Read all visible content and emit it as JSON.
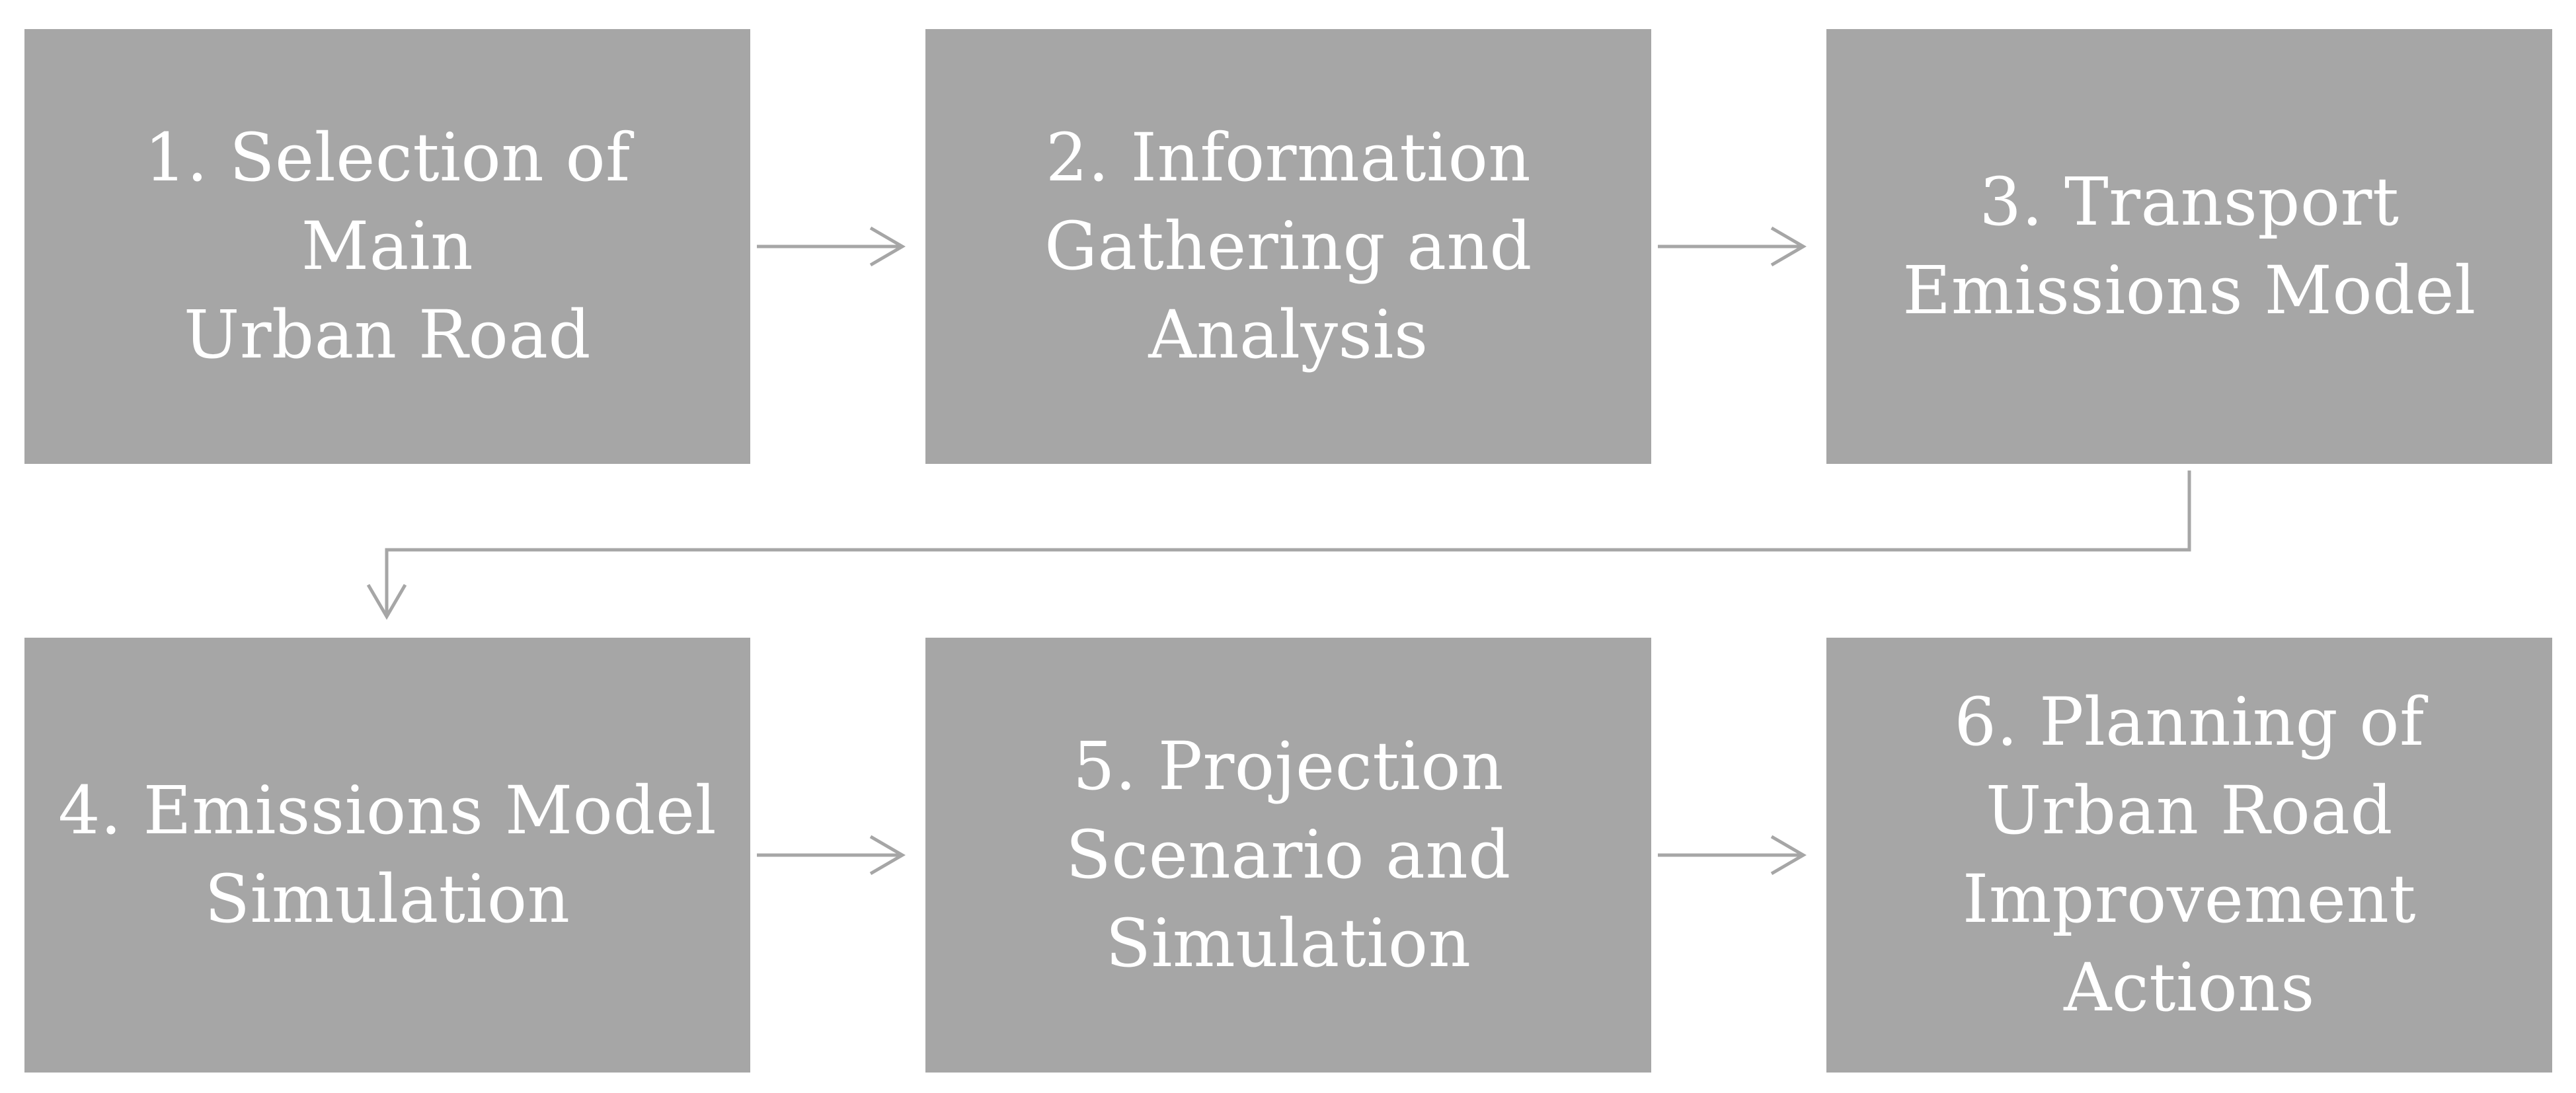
{
  "steps": [
    {
      "label": "1. Selection of Main\nUrban Road"
    },
    {
      "label": "2. Information\nGathering and\nAnalysis"
    },
    {
      "label": "3. Transport\nEmissions Model"
    },
    {
      "label": "4. Emissions Model\nSimulation"
    },
    {
      "label": "5. Projection\nScenario and\nSimulation"
    },
    {
      "label": "6. Planning of\nUrban Road\nImprovement\nActions"
    }
  ],
  "colors": {
    "box_fill": "#a6a6a6",
    "box_text": "#ffffff",
    "connector": "#a6a6a6",
    "background": "#ffffff"
  }
}
